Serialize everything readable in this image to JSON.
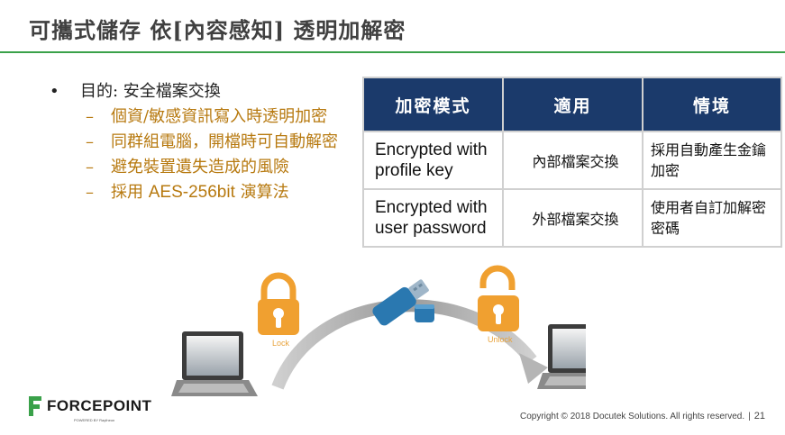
{
  "title": "可攜式儲存 依[內容感知] 透明加解密",
  "bullets": {
    "main": "目的: 安全檔案交換",
    "subs": [
      "個資/敏感資訊寫入時透明加密",
      "同群組電腦，開檔時可自動解密",
      "避免裝置遺失造成的風險"
    ],
    "sub4_prefix": "採用 ",
    "sub4_aes": "AES-256bit",
    "sub4_suffix": " 演算法"
  },
  "table": {
    "headers": [
      "加密模式",
      "適用",
      "情境"
    ],
    "rows": [
      [
        "Encrypted with profile key",
        "內部檔案交換",
        "採用自動產生金鑰加密"
      ],
      [
        "Encrypted with user password",
        "外部檔案交換",
        "使用者自訂加解密密碼"
      ]
    ]
  },
  "diagram": {
    "lock_label": "Lock",
    "unlock_label": "Unlock",
    "lock_color": "#f0a030",
    "usb_color": "#2a78b0"
  },
  "logo": {
    "name": "FORCEPOINT",
    "tagline": "POWERED BY Raytheon",
    "color": "#3aa14a"
  },
  "footer": {
    "copyright": "Copyright © 2018 Docutek Solutions. All rights reserved.",
    "page": "21"
  }
}
